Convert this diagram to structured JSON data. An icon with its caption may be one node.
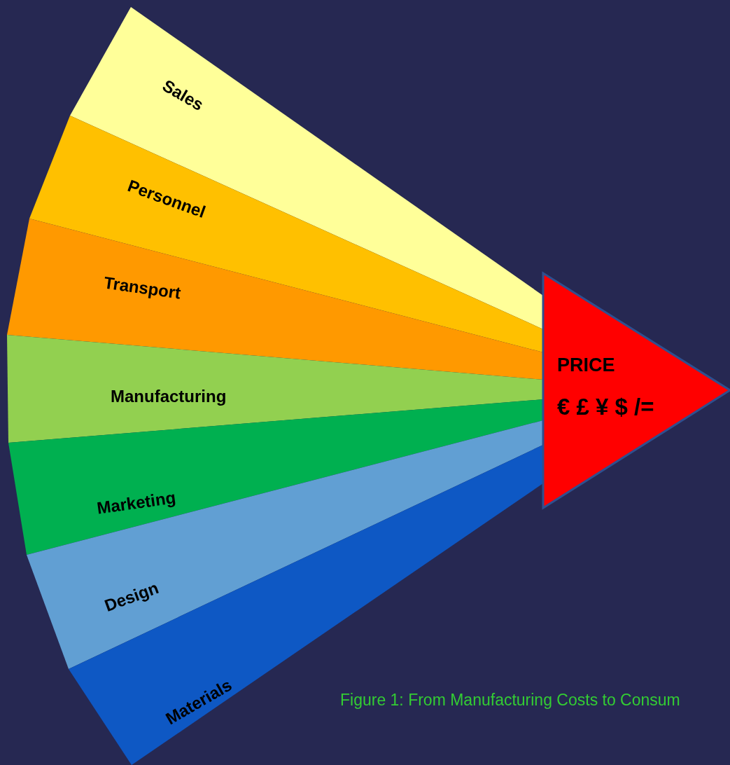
{
  "diagram": {
    "caption": "Figure 1: From Manufacturing Costs to Consum",
    "nodes": [
      {
        "text": [
          "Sales"
        ]
      },
      {
        "text": [
          "Personnel"
        ]
      },
      {
        "text": [
          "Transport"
        ]
      },
      {
        "text": [
          "Manufacturing"
        ]
      },
      {
        "text": [
          "Marketing"
        ]
      },
      {
        "text": [
          "Design"
        ]
      },
      {
        "text": [
          "Materials"
        ]
      },
      {
        "text": [
          "PRICE",
          "€ £ ¥ $ /="
        ]
      }
    ]
  }
}
